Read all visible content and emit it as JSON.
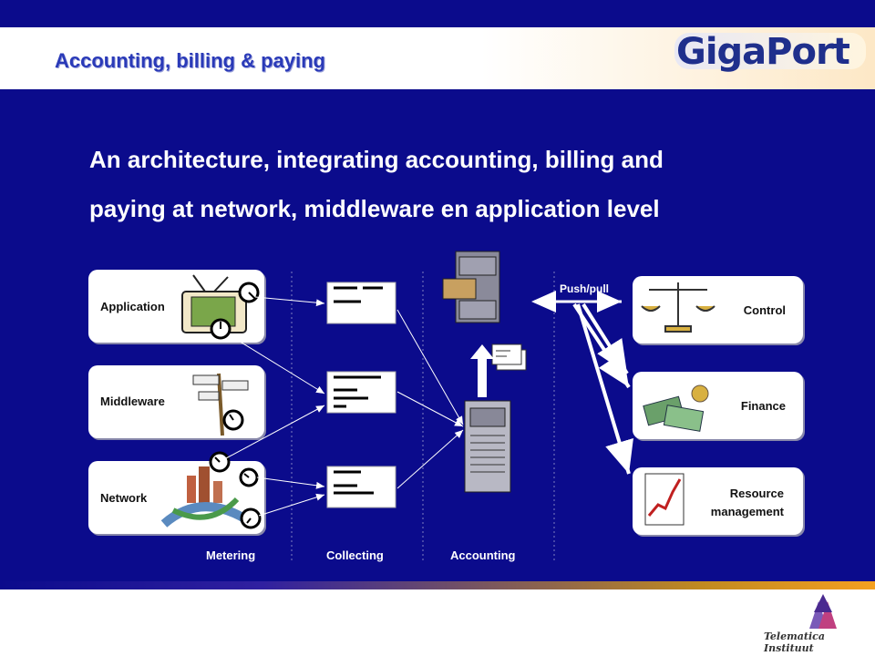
{
  "header": {
    "title": "Accounting, billing & paying",
    "logo_text": "GigaPort"
  },
  "subtitle": {
    "line1": "An architecture, integrating accounting, billing and",
    "line2": "paying at network, middleware en application level"
  },
  "left_layers": [
    {
      "label": "Application"
    },
    {
      "label": "Middleware"
    },
    {
      "label": "Network"
    }
  ],
  "right_functions": [
    {
      "label": "Control"
    },
    {
      "label": "Finance"
    },
    {
      "label": "Resource management"
    }
  ],
  "columns": {
    "metering": "Metering",
    "collecting": "Collecting",
    "accounting": "Accounting"
  },
  "push_pull": "Push/pull",
  "footer": {
    "brand": "Telematica Instituut"
  },
  "colors": {
    "background": "#0b0b8c",
    "title": "#2a3ab8",
    "white": "#ffffff"
  }
}
